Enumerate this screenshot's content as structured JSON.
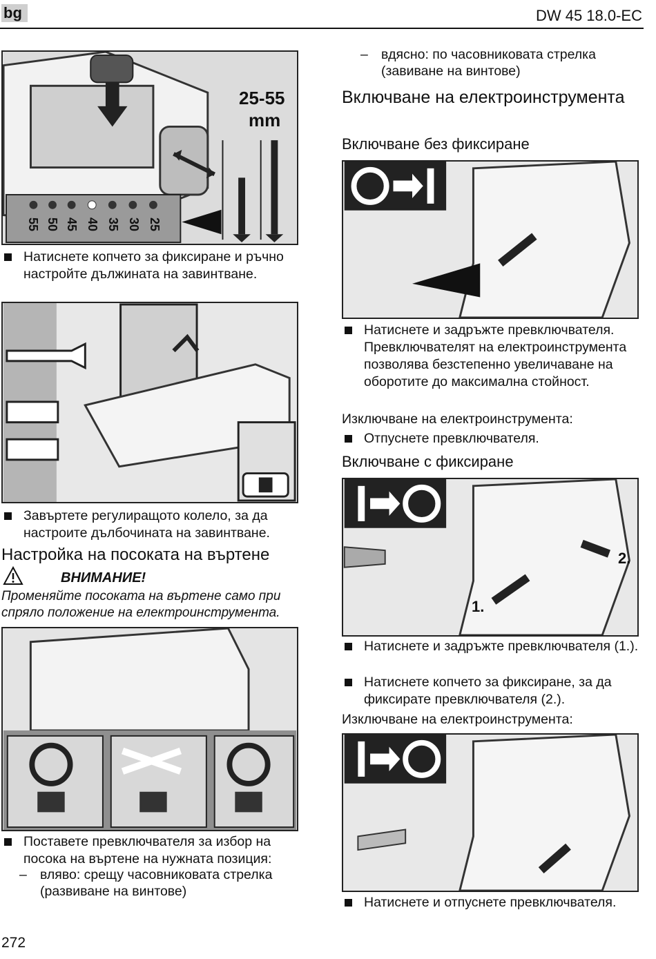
{
  "header": {
    "lang": "bg",
    "model": "DW 45 18.0-EC"
  },
  "footer": {
    "page_number": "272"
  },
  "left": {
    "fig1": {
      "length_label": "25-55",
      "unit": "mm",
      "depth_scale": [
        "55",
        "50",
        "45",
        "40",
        "35",
        "30",
        "25"
      ]
    },
    "bullet1": "Натиснете копчето за фиксиране и ръчно настройте дължината на завинтване.",
    "bullet2": "Завъртете регулиращото колело, за да настроите дълбочината на завинтване.",
    "section_title": "Настройка на посоката на въртене",
    "warning": {
      "title": "ВНИМАНИЕ!",
      "text": "Променяйте посоката на въртене само при спряло положение на електроинструмента."
    },
    "bullet3": "Поставете превключвателя за избор на посока на въртене на нужната позиция:",
    "dash1": "вляво: срещу часовниковата стрелка (развиване на винтове)"
  },
  "right": {
    "dash2": "вдясно: по часовниковата стрелка (завиване на винтове)",
    "heading1": "Включване на електроинструмента",
    "sub1": "Включване без фиксиране",
    "bullet4": "Натиснете и задръжте превключвателя. Превключвателят на електроинструмента позволява безстепенно увеличаване на оборотите до максимална стойност.",
    "para1": "Изключване на електроинструмента:",
    "bullet5": "Отпуснете превключвателя.",
    "sub2": "Включване с фиксиране",
    "fig_labels": {
      "step1": "1.",
      "step2": "2."
    },
    "bullet6": "Натиснете и задръжте превключвателя (1.).",
    "bullet7": "Натиснете копчето за фиксиране, за да фиксирате превключвателя (2.).",
    "para2": "Изключване на електроинструмента:",
    "bullet8": "Натиснете и отпуснете превключвателя."
  }
}
